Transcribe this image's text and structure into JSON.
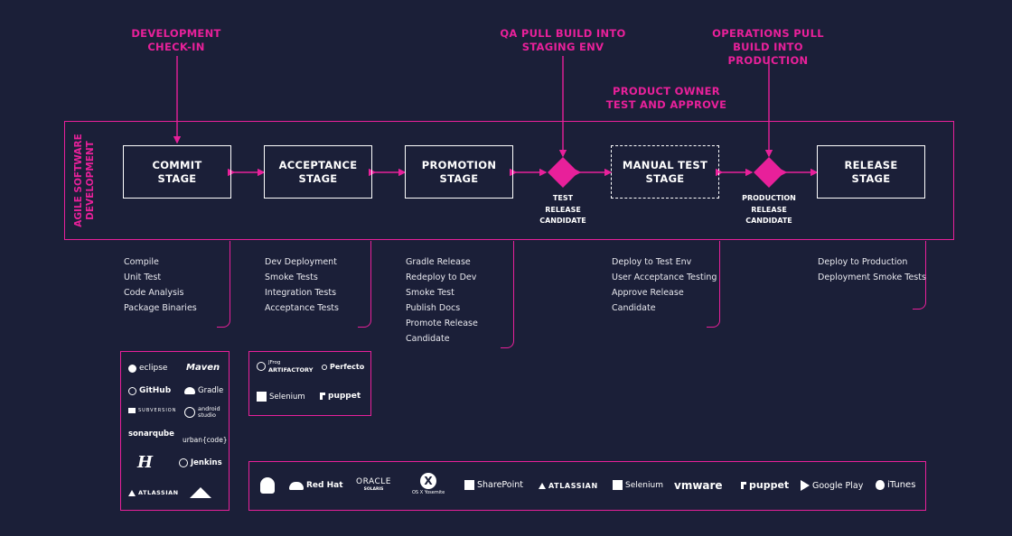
{
  "callouts": {
    "dev_checkin": "DEVELOPMENT\nCHECK-IN",
    "qa_pull": "QA PULL BUILD INTO\nSTAGING ENV",
    "ops_pull": "OPERATIONS PULL\nBUILD INTO PRODUCTION",
    "product_owner": "PRODUCT OWNER\nTEST AND APPROVE"
  },
  "side_label": "AGILE SOFTWARE\nDEVELOPMENT",
  "stages": {
    "commit": "COMMIT\nSTAGE",
    "acceptance": "ACCEPTANCE\nSTAGE",
    "promotion": "PROMOTION\nSTAGE",
    "manual_test": "MANUAL TEST\nSTAGE",
    "release": "RELEASE\nSTAGE"
  },
  "decisions": {
    "test_rc": "TEST\nRELEASE\nCANDIDATE",
    "prod_rc": "PRODUCTION\nRELEASE\nCANDIDATE"
  },
  "tasks": {
    "commit": [
      "Compile",
      "Unit Test",
      "Code Analysis",
      "Package Binaries"
    ],
    "acceptance": [
      "Dev Deployment",
      "Smoke Tests",
      "Integration Tests",
      "Acceptance Tests"
    ],
    "promotion": [
      "Gradle Release",
      "Redeploy to Dev",
      "Smoke Test",
      "Publish Docs",
      "Promote Release",
      "Candidate"
    ],
    "manual_test": [
      "Deploy to Test Env",
      "User Acceptance Testing",
      "Approve Release",
      "Candidate"
    ],
    "release": [
      "Deploy to Production",
      "Deployment Smoke Tests"
    ]
  },
  "tools_build": {
    "eclipse": "eclipse",
    "maven": "Maven",
    "github": "GitHub",
    "gradle": "Gradle",
    "subversion": "SUBVERSION",
    "android_studio": "android\nstudio",
    "sonarqube": "sonarqube",
    "urbancode": "urban{code}",
    "jenkins": "Jenkins",
    "atlassian": "ATLASSIAN"
  },
  "tools_promo": {
    "jfrog": "JFrog",
    "artifactory": "ARTIFACTORY",
    "perfecto": "Perfecto",
    "selenium": "Selenium",
    "puppet": "puppet"
  },
  "tools_platform": {
    "redhat": "Red Hat",
    "oracle": "ORACLE",
    "solaris": "SOLARIS",
    "osx": "OS X Yosemite",
    "sharepoint": "SharePoint",
    "atlassian": "ATLASSIAN",
    "selenium": "Selenium",
    "vmware": "vmware",
    "puppet": "puppet",
    "googleplay": "Google Play",
    "itunes": "iTunes"
  },
  "colors": {
    "background": "#1b1f38",
    "accent": "#e8209a",
    "stage_border": "#ffffff"
  }
}
